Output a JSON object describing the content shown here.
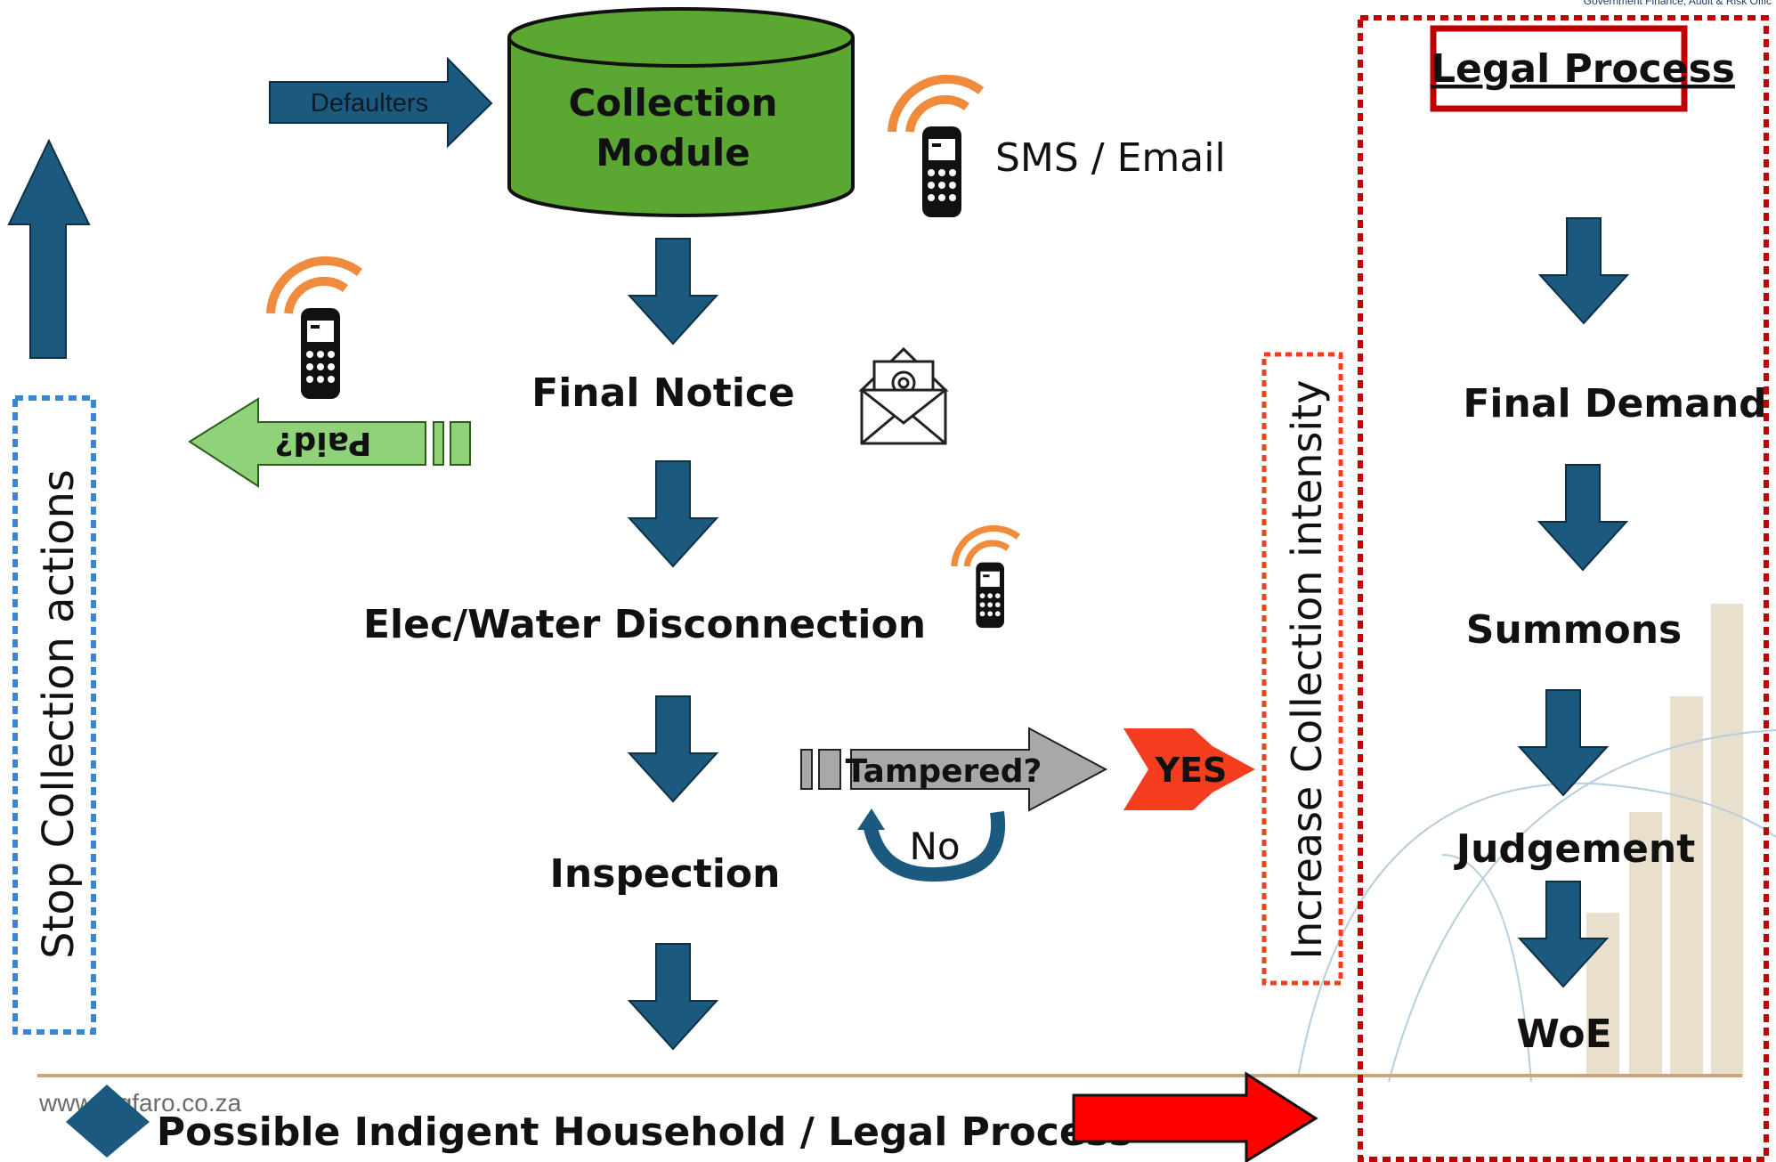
{
  "header_text": "Government Finance, Audit & Risk Offic",
  "watermark_url": "www.gigfaro.co.za",
  "defaulters_label": "Defaulters",
  "collection_module": {
    "line1": "Collection",
    "line2": "Module"
  },
  "sms_email_label": "SMS / Email",
  "steps": {
    "final_notice": "Final Notice",
    "disconnection": "Elec/Water Disconnection",
    "inspection": "Inspection",
    "bottom": "Possible Indigent Household / Legal Process"
  },
  "paid_label": "Paid?",
  "tampered_label": "Tampered?",
  "no_label": "No",
  "yes_label": "YES",
  "stop_collection_label": "Stop Collection actions",
  "increase_intensity_label": "Increase Collection intensity",
  "legal": {
    "title": "Legal Process",
    "steps": [
      "Final Demand",
      "Summons",
      "Judgement",
      "WoE"
    ]
  },
  "colors": {
    "arrow_blue": "#1b5a7e",
    "module_green": "#5aa832",
    "paid_green": "#8fd27a",
    "yes_red": "#f43d1f",
    "legal_red": "#c00000",
    "phone_orange": "#f08a3c",
    "stop_border_blue": "#3a86d0"
  }
}
